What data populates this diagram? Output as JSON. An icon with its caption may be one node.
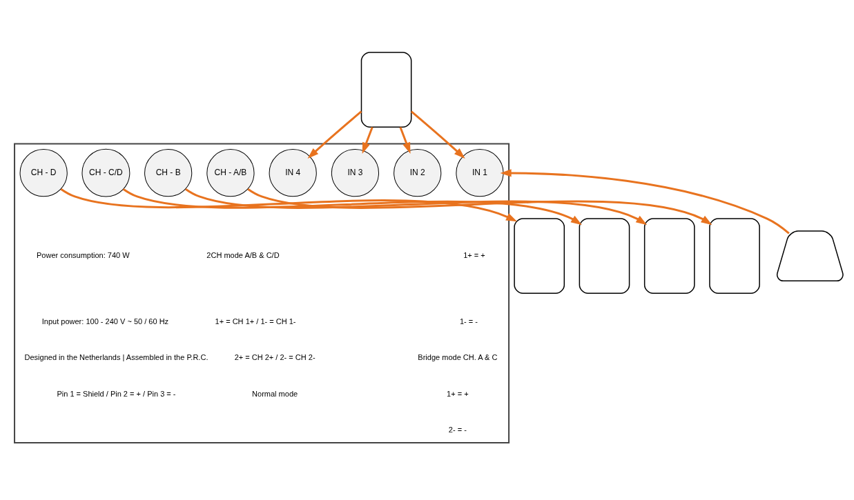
{
  "diagram": {
    "nodes": [
      {
        "text": [],
        "shape": "box"
      },
      {
        "text": [],
        "shape": "box"
      },
      {
        "text": [
          "CH - D"
        ],
        "in": 1
      },
      {
        "text": [
          "CH - C/D"
        ],
        "in": 1
      },
      {
        "text": [
          "CH - B"
        ],
        "in": 1
      },
      {
        "text": [
          "CH - A/B"
        ],
        "in": 1
      },
      {
        "text": [
          "IN 4"
        ],
        "in": 1
      },
      {
        "text": [
          "IN 3"
        ],
        "in": 1
      },
      {
        "text": [
          "IN 2"
        ],
        "in": 1
      },
      {
        "text": [
          "IN 1"
        ],
        "in": 1
      },
      {
        "text": [],
        "shape": "box"
      },
      {
        "text": [],
        "shape": "box"
      },
      {
        "text": [],
        "shape": "box"
      },
      {
        "text": [],
        "shape": "box"
      },
      {
        "text": [],
        "shape": "laptop"
      }
    ],
    "edges": [
      {
        "from": 0,
        "to": 6,
        "arrow": "to"
      },
      {
        "from": 0,
        "to": 7,
        "arrow": "to"
      },
      {
        "from": 0,
        "to": 8,
        "arrow": "to"
      },
      {
        "from": 0,
        "to": 9,
        "arrow": "to"
      },
      {
        "from": 2,
        "to": 10,
        "arrow": "to"
      },
      {
        "from": 3,
        "to": 11,
        "arrow": "to"
      },
      {
        "from": 4,
        "to": 12,
        "arrow": "to"
      },
      {
        "from": 5,
        "to": 13,
        "arrow": "to"
      },
      {
        "from": 14,
        "to": 9,
        "arrow": "to"
      }
    ],
    "labels": [
      "Power consumption: 740 W",
      "Input power: 100 - 240 V ~ 50 / 60 Hz",
      "2CH mode A/B & C/D",
      "1+ = CH 1+ / 1- = CH 1-",
      "2+ = CH 2+ / 2- = CH 2-",
      "Normal mode",
      "1+ = +",
      "1- = -",
      "Bridge mode CH. A & C",
      "1+ = +",
      "2- = -",
      "Designed in the Netherlands | Assembled in the P.R.C.",
      "Pin 1 = Shield / Pin 2 = + / Pin 3 = -"
    ]
  }
}
